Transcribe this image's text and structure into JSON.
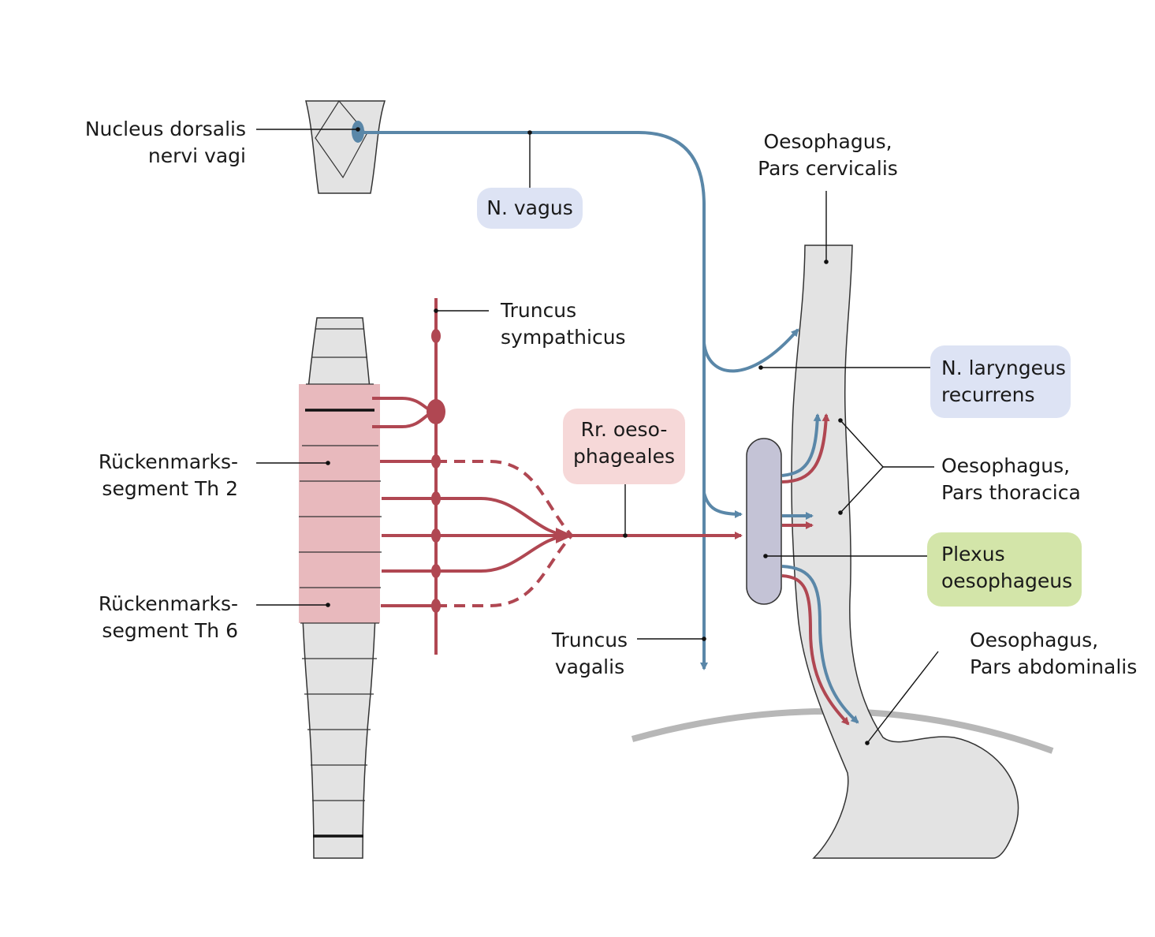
{
  "labels": {
    "nucleus": [
      "Nucleus dorsalis",
      "nervi vagi"
    ],
    "n_vagus": "N. vagus",
    "oeso_cervicalis": [
      "Oesophagus,",
      "Pars cervicalis"
    ],
    "truncus_sympathicus": [
      "Truncus",
      "sympathicus"
    ],
    "rr_oesophageales": [
      "Rr. oeso-",
      "phageales"
    ],
    "n_laryngeus": [
      "N. laryngeus",
      "recurrens"
    ],
    "oeso_thoracica": [
      "Oesophagus,",
      "Pars thoracica"
    ],
    "plexus": [
      "Plexus",
      "oesophageus"
    ],
    "rm_th2": [
      "Rückenmarks-",
      "segment Th 2"
    ],
    "rm_th6": [
      "Rückenmarks-",
      "segment Th 6"
    ],
    "truncus_vagalis": [
      "Truncus",
      "vagalis"
    ],
    "oeso_abdominalis": [
      "Oesophagus,",
      "Pars abdominalis"
    ]
  },
  "colors": {
    "parasympathetic": "#5a87a8",
    "sympathetic": "#b04752",
    "structure_fill": "#e3e3e3",
    "segment_fill": "#e8b9bd",
    "plexus_fill": "#c4c3d6",
    "blue_box": "#dde3f4",
    "pink_box": "#f6d8d8",
    "green_box": "#d3e5a9",
    "diaphragm": "#b7b7b7"
  }
}
